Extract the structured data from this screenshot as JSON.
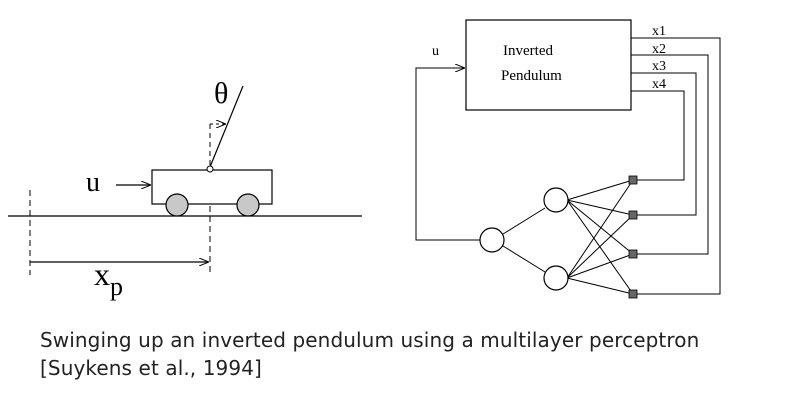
{
  "left_diagram": {
    "theta_label": "θ",
    "u_label": "u",
    "xp_base": "x",
    "xp_sub": "p"
  },
  "right_diagram": {
    "u_label": "u",
    "block_line1": "Inverted",
    "block_line2": "Pendulum",
    "outputs": [
      "x1",
      "x2",
      "x3",
      "x4"
    ]
  },
  "caption": "Swinging up an inverted pendulum using a multilayer perceptron [Suykens et al., 1994]",
  "colors": {
    "wheel_fill": "#c8c8c8",
    "node_fill": "#666666"
  }
}
